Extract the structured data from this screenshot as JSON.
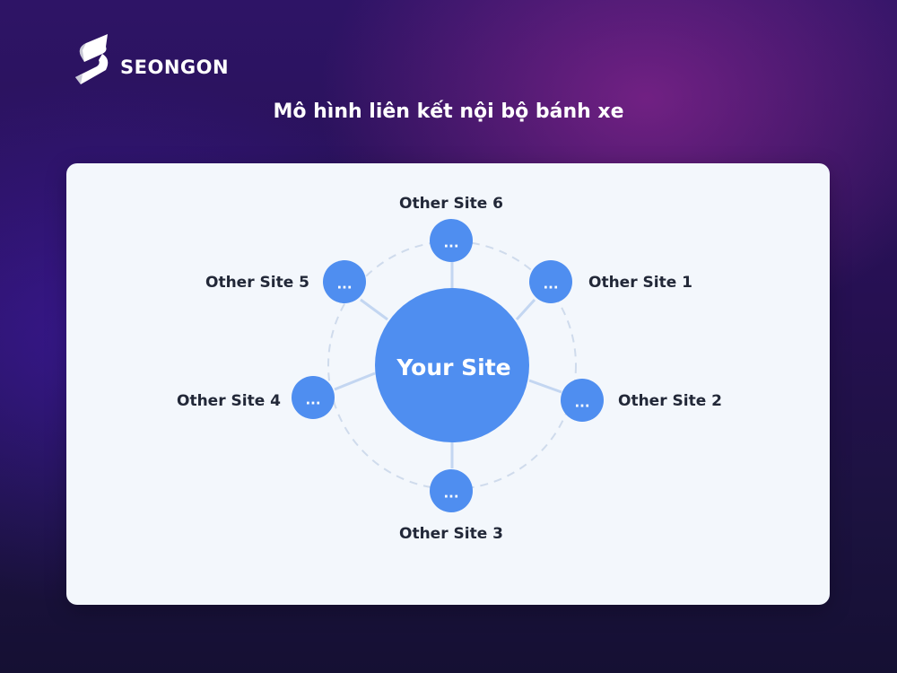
{
  "brand": {
    "name": "SEONGON",
    "logo_icon": "seongon-s-logo-icon"
  },
  "title": "Mô hình liên kết nội bộ bánh xe",
  "colors": {
    "node": "#4f8ef0",
    "spoke": "#c3d6f1",
    "ring": "#cfdbec",
    "card": "#f3f7fc",
    "text": "#222838"
  },
  "diagram": {
    "hub": {
      "label": "Your Site"
    },
    "nodes": [
      {
        "id": "site-6",
        "label": "Other Site 6",
        "placeholder": "..."
      },
      {
        "id": "site-1",
        "label": "Other Site 1",
        "placeholder": "..."
      },
      {
        "id": "site-2",
        "label": "Other Site 2",
        "placeholder": "..."
      },
      {
        "id": "site-3",
        "label": "Other Site 3",
        "placeholder": "..."
      },
      {
        "id": "site-4",
        "label": "Other Site 4",
        "placeholder": "..."
      },
      {
        "id": "site-5",
        "label": "Other Site 5",
        "placeholder": "..."
      }
    ]
  }
}
